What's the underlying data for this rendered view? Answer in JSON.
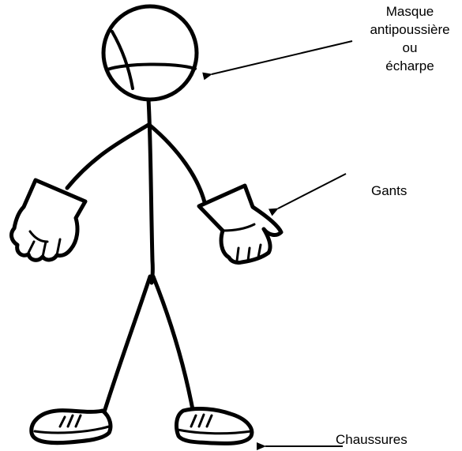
{
  "labels": {
    "mask": {
      "line1": "Masque",
      "line2": "antipoussière",
      "line3": "ou",
      "line4": "écharpe"
    },
    "gloves": "Gants",
    "shoes": "Chaussures"
  },
  "colors": {
    "ink": "#000000",
    "background": "#ffffff"
  }
}
